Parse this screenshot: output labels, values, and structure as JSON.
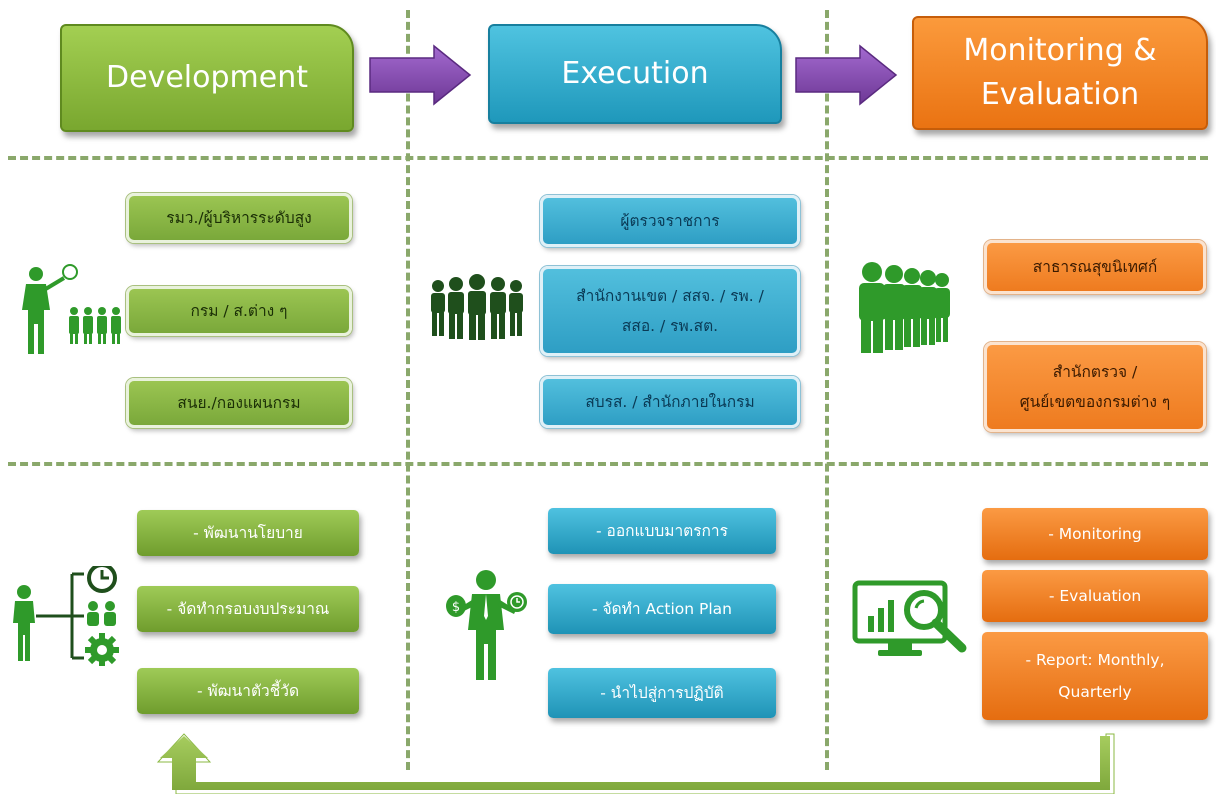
{
  "colors": {
    "green": "#8bb943",
    "blue": "#2eaad0",
    "orange": "#f3841f",
    "purple": "#8a4fb0",
    "icon_green": "#2f9a2a",
    "icon_dark": "#1f4f1c"
  },
  "headers": {
    "development": "Development",
    "execution": "Execution",
    "monitoring": "Monitoring &\nEvaluation"
  },
  "development": {
    "people": [
      "รมว./ผู้บริหารระดับสูง",
      "กรม / ส.ต่าง ๆ",
      "สนย./กองแผนกรม"
    ],
    "tasks": [
      "- พัฒนานโยบาย",
      "- จัดทำกรอบงบประมาณ",
      "- พัฒนาตัวชี้วัด"
    ]
  },
  "execution": {
    "people": [
      "ผู้ตรวจราชการ",
      "สำนักงานเขต / สสจ. / รพ. /\nสสอ. / รพ.สต.",
      "สบรส. / สำนักภายในกรม"
    ],
    "tasks": [
      "- ออกแบบมาตรการ",
      "- จัดทำ Action Plan",
      "- นำไปสู่การปฏิบัติ"
    ]
  },
  "monitoring": {
    "people": [
      "สาธารณสุขนิเทศก์",
      "สำนักตรวจ /\nศูนย์เขตของกรมต่าง ๆ"
    ],
    "tasks": [
      "- Monitoring",
      "- Evaluation",
      "- Report: Monthly,\nQuarterly"
    ]
  },
  "icons": {
    "presenter": "presenter-with-audience-icon",
    "team": "team-group-icon",
    "crowd": "crowd-icon",
    "planner": "planner-clock-team-gear-icon",
    "balance": "businessman-money-time-icon",
    "analytics": "monitor-chart-magnifier-icon",
    "right_arrow": "right-arrow-icon",
    "feedback_arrow": "feedback-loop-arrow-icon"
  }
}
